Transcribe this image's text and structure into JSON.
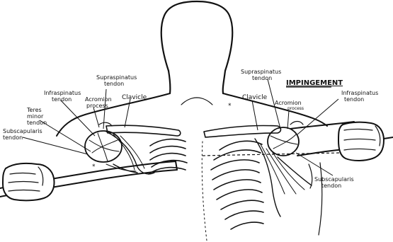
{
  "diagram": {
    "left_labels": {
      "supraspinatus_line1": "Supraspinatus",
      "supraspinatus_line2": "tendon",
      "infraspinatus_line1": "Infraspinatus",
      "infraspinatus_line2": "tendon",
      "acromion_line1": "Acromion",
      "acromion_line2": "process",
      "clavicle": "Clavicle",
      "teres_line1": "Teres",
      "teres_line2": "minor",
      "teres_line3": "tendon",
      "subscapularis_line1": "Subscapularis",
      "subscapularis_line2": "tendon",
      "marker": "*"
    },
    "right_labels": {
      "title": "IMPINGEMENT",
      "supraspinatus_line1": "Supraspinatus",
      "supraspinatus_line2": "tendon",
      "clavicle": "Clavicle",
      "acromion_line1": "Acromion",
      "acromion_line2": "process",
      "infraspinatus_line1": "Infraspinatus",
      "infraspinatus_line2": "tendon",
      "subscapularis_line1": "Subscapularis",
      "subscapularis_line2": "tendon",
      "marker": "*"
    }
  }
}
